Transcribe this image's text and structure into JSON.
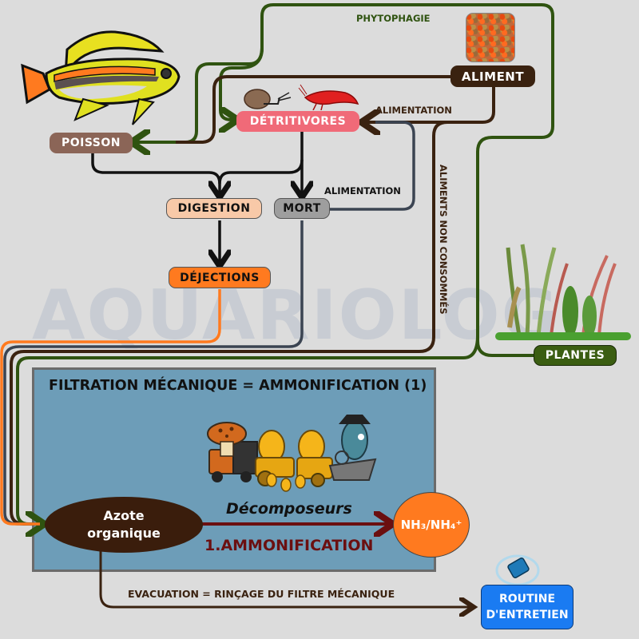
{
  "watermark": "AQUARIOLOG",
  "colors": {
    "background": "#dcdcdc",
    "poisson": "#8b6557",
    "detritivores": "#f06a78",
    "aliment": "#3a2210",
    "digestion": "#f8c9a8",
    "mort": "#9e9e9e",
    "dejections": "#ff7a1f",
    "plantes": "#3b5e12",
    "azote": "#3a1d0c",
    "nh3": "#ff7a1f",
    "routine": "#1a7bf2",
    "filter_box": "#6d9db8",
    "green_link": "#2f5310",
    "brown_link": "#3a2210",
    "slate_link": "#3b4452",
    "orange_link": "#ff7a1f",
    "black_link": "#111111",
    "ammonification_link": "#6b0f10"
  },
  "nodes": {
    "poisson": "POISSON",
    "detritivores": "DÉTRITIVORES",
    "aliment": "ALIMENT",
    "digestion": "DIGESTION",
    "mort": "MORT",
    "dejections": "DÉJECTIONS",
    "plantes": "PLANTES",
    "azote_line1": "Azote",
    "azote_line2": "organique",
    "nh3": "NH₃/NH₄⁺",
    "routine_line1": "ROUTINE",
    "routine_line2": "D'ENTRETIEN"
  },
  "labels": {
    "phytophagie": "PHYTOPHAGIE",
    "alimentation_top": "ALIMENTATION",
    "alimentation_mort": "ALIMENTATION",
    "aliments_non_consommes": "ALIMENTS NON CONSOMMÉS",
    "decomposeurs": "Décomposeurs",
    "ammonification": "1.AMMONIFICATION",
    "evacuation": "EVACUATION = RINÇAGE DU FILTRE MÉCANIQUE"
  },
  "filter_box": {
    "title": "FILTRATION MÉCANIQUE = AMMONIFICATION (1)"
  },
  "images": {
    "fish": "cichlid-fish-illustration",
    "food": "fish-food-pellets",
    "snail": "snail-illustration",
    "shrimp": "red-shrimp-illustration",
    "plants": "aquatic-plants-illustration",
    "decomposers": "cartoon-decomposer-characters",
    "sponge": "filter-sponge-water-splash"
  }
}
